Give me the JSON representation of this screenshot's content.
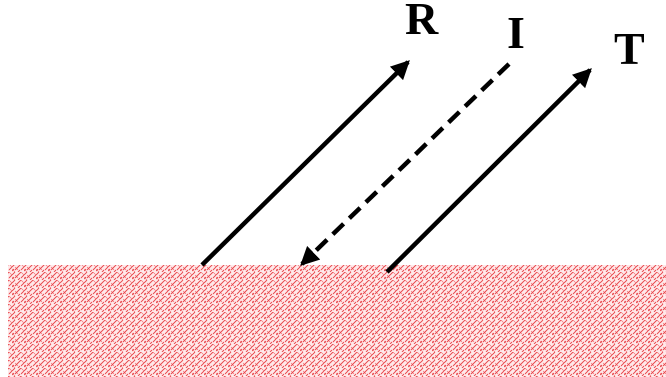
{
  "diagram": {
    "labels": {
      "reflected": "R",
      "incident": "I",
      "transmitted": "T"
    },
    "colors": {
      "background": "#ffffff",
      "ray": "#000000",
      "surface_hatch": "#e8444a",
      "surface_fill": "#ffe9ea"
    }
  }
}
